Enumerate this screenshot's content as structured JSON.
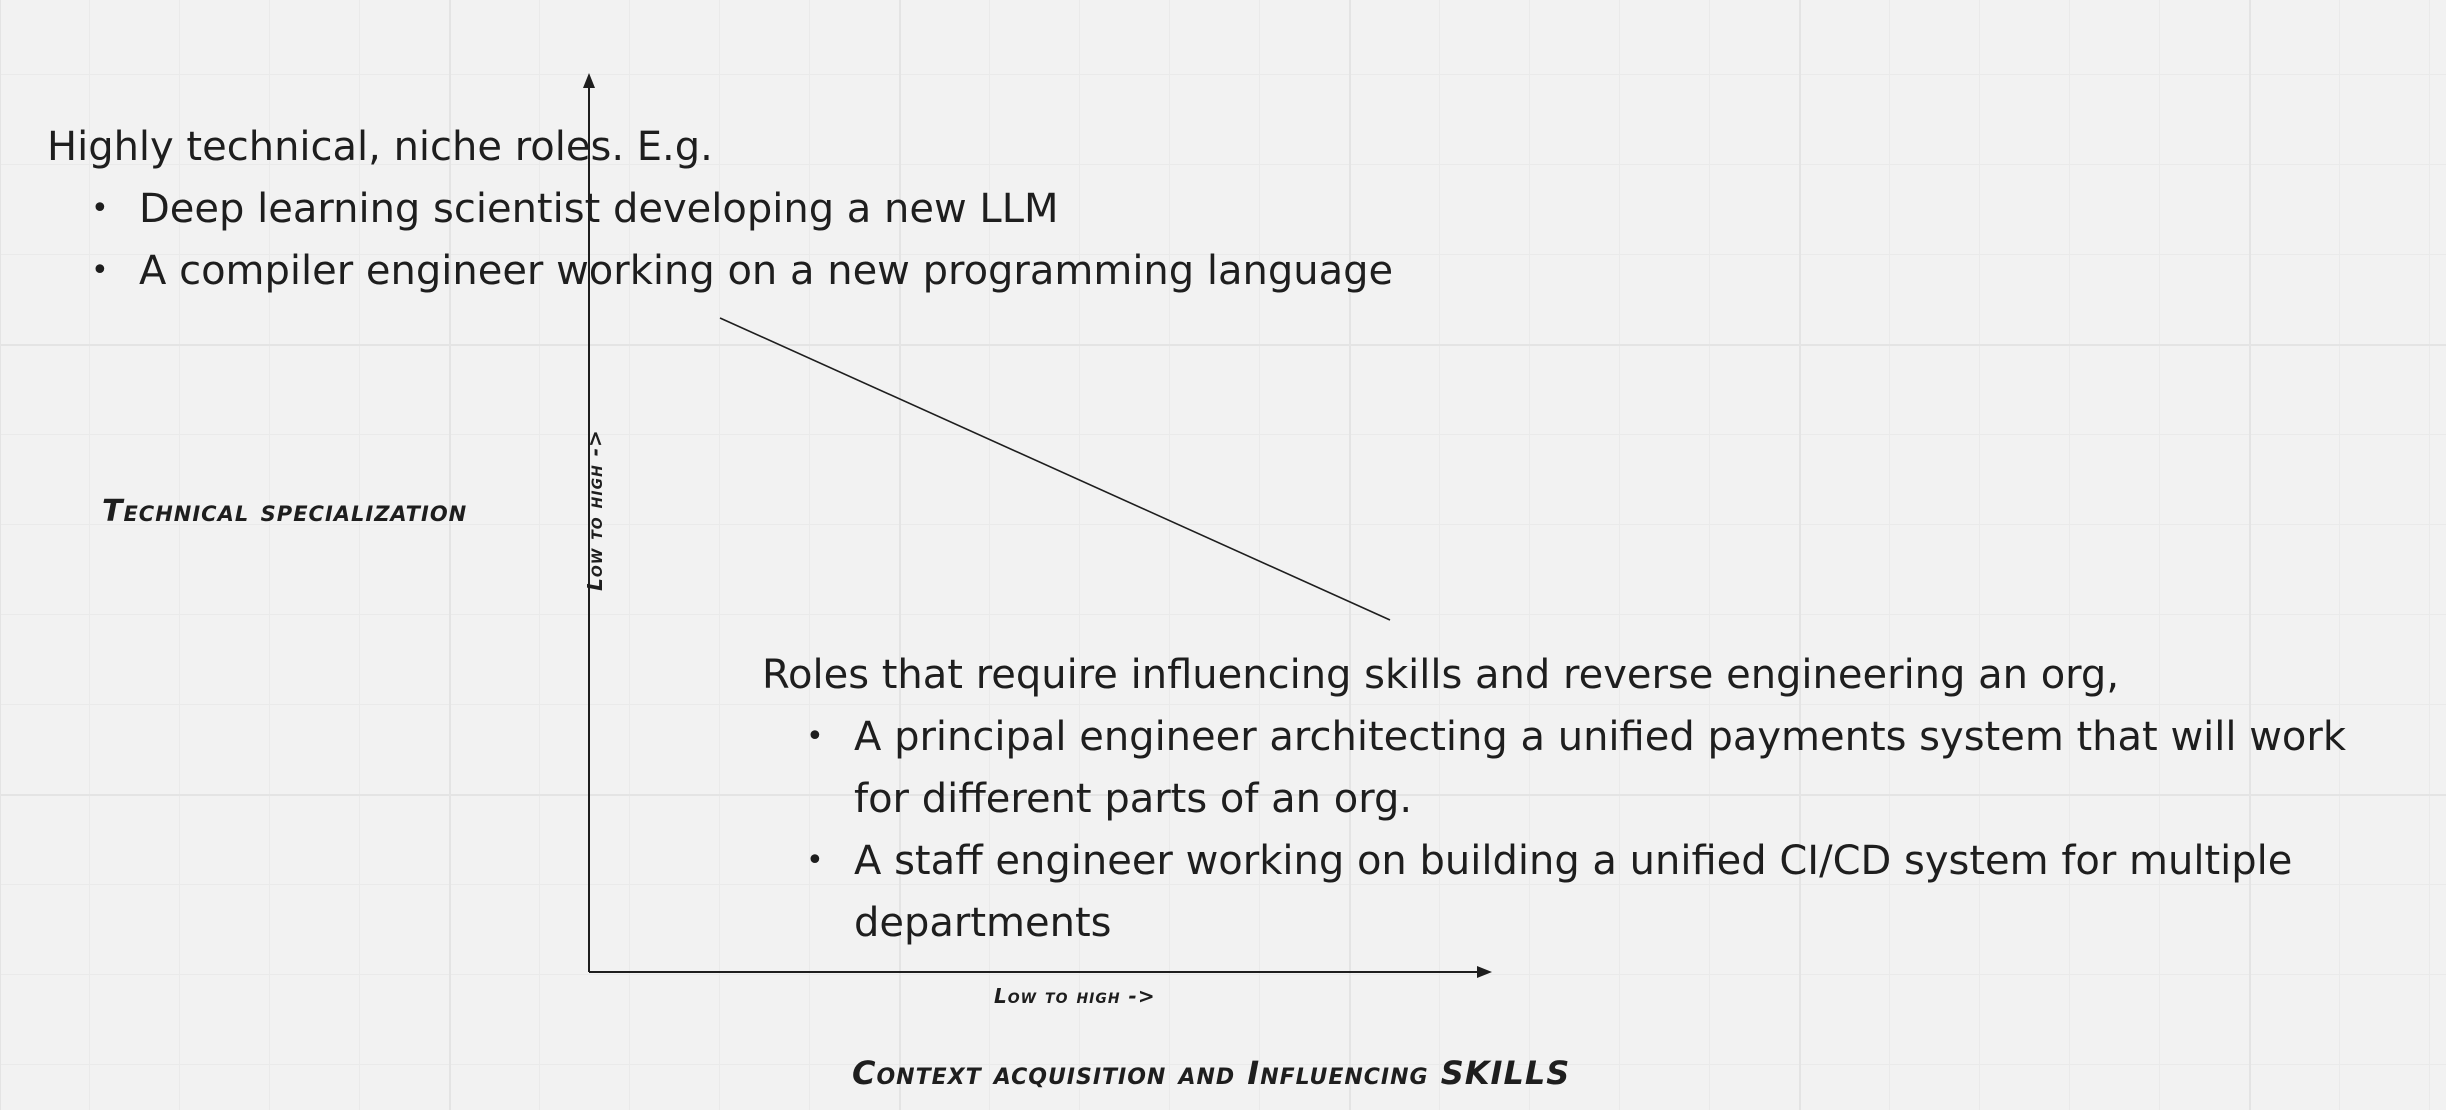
{
  "top_note": {
    "heading": "Highly technical, niche roles. E.g.",
    "bullets": [
      "Deep learning scientist developing a new LLM",
      "A compiler engineer working on a new programming language"
    ]
  },
  "bottom_note": {
    "heading": "Roles that require influencing skills and reverse engineering an org,",
    "bullets": [
      "A principal engineer architecting a unified payments system that will work for different parts of an org.",
      "A staff engineer working on building a unified CI/CD system for multiple departments"
    ]
  },
  "axes": {
    "y_title": "Technical specialization",
    "y_scale": "Low to high ->",
    "x_title": "Context acquisition and Influencing SKILLS",
    "x_scale": "Low to high ->"
  },
  "colors": {
    "background": "#f2f2f2",
    "ink": "#1e1e1e"
  }
}
